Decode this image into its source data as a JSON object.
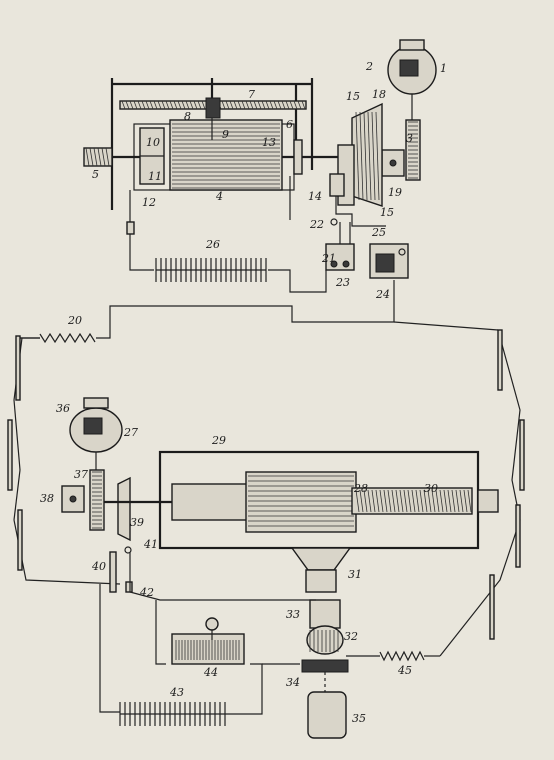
{
  "labels": [
    {
      "id": "1",
      "text": "1"
    },
    {
      "id": "2",
      "text": "2"
    },
    {
      "id": "3",
      "text": "3"
    },
    {
      "id": "4",
      "text": "4"
    },
    {
      "id": "5",
      "text": "5"
    },
    {
      "id": "6",
      "text": "6"
    },
    {
      "id": "7",
      "text": "7"
    },
    {
      "id": "8",
      "text": "8"
    },
    {
      "id": "9",
      "text": "9"
    },
    {
      "id": "10",
      "text": "10"
    },
    {
      "id": "11",
      "text": "11"
    },
    {
      "id": "12",
      "text": "12"
    },
    {
      "id": "13",
      "text": "13"
    },
    {
      "id": "14",
      "text": "14"
    },
    {
      "id": "15a",
      "text": "15"
    },
    {
      "id": "15b",
      "text": "15"
    },
    {
      "id": "18",
      "text": "18"
    },
    {
      "id": "19",
      "text": "19"
    },
    {
      "id": "20",
      "text": "20"
    },
    {
      "id": "21",
      "text": "21"
    },
    {
      "id": "22",
      "text": "22"
    },
    {
      "id": "23",
      "text": "23"
    },
    {
      "id": "24",
      "text": "24"
    },
    {
      "id": "25",
      "text": "25"
    },
    {
      "id": "26",
      "text": "26"
    },
    {
      "id": "27",
      "text": "27"
    },
    {
      "id": "28",
      "text": "28"
    },
    {
      "id": "29",
      "text": "29"
    },
    {
      "id": "30",
      "text": "30"
    },
    {
      "id": "31",
      "text": "31"
    },
    {
      "id": "32",
      "text": "32"
    },
    {
      "id": "33",
      "text": "33"
    },
    {
      "id": "34",
      "text": "34"
    },
    {
      "id": "35",
      "text": "35"
    },
    {
      "id": "36",
      "text": "36"
    },
    {
      "id": "37",
      "text": "37"
    },
    {
      "id": "38",
      "text": "38"
    },
    {
      "id": "39",
      "text": "39"
    },
    {
      "id": "40",
      "text": "40"
    },
    {
      "id": "41",
      "text": "41"
    },
    {
      "id": "42",
      "text": "42"
    },
    {
      "id": "43",
      "text": "43"
    },
    {
      "id": "44",
      "text": "44"
    },
    {
      "id": "45",
      "text": "45"
    }
  ],
  "colors": {
    "paper": "#e9e6dc",
    "ink": "#1c1c1c"
  }
}
